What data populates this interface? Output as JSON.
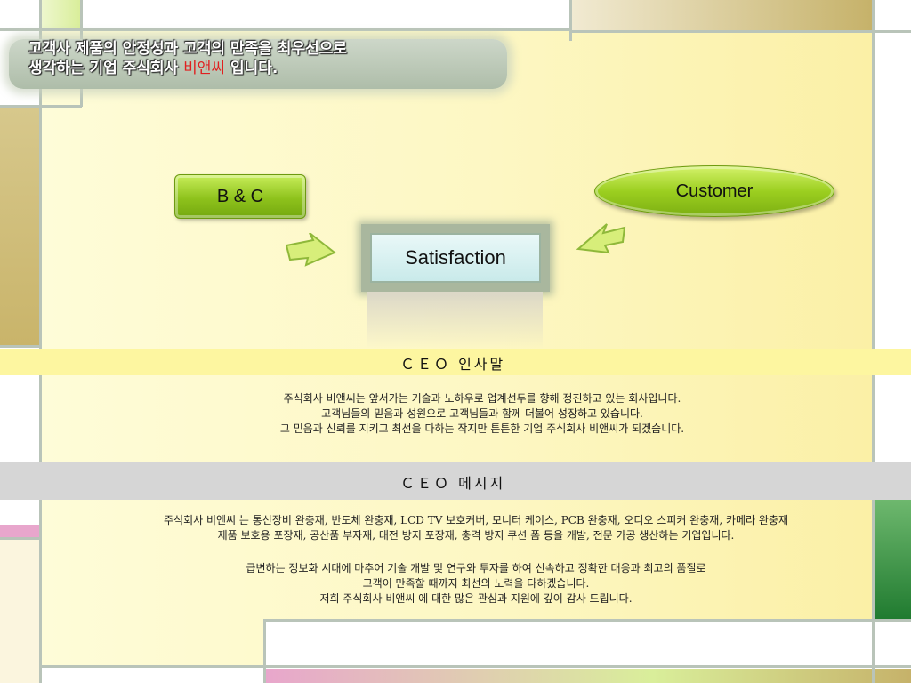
{
  "colors": {
    "main_bg": "#fdf7c3",
    "olive_block": "#c6b26a",
    "green_block": "#2f8a3a",
    "pink_block": "#e8a6cc",
    "accent_green": "#8ec21c",
    "highlight_red": "#e02020"
  },
  "header": {
    "line1": "고객사 제품의 안정성과 고객의 만족을 최우선으로",
    "line2_prefix": "생각하는 기업 주식회사 ",
    "line2_company": "비앤씨",
    "line2_suffix": " 입니다."
  },
  "diagram": {
    "left_box": "B & C",
    "right_box": "Customer",
    "center_box": "Satisfaction",
    "arrow_left_icon": "arrow-right-icon",
    "arrow_right_icon": "arrow-left-icon"
  },
  "greeting": {
    "title": "ＣＥＯ 인사말",
    "lines": "주식회사 비앤씨는 앞서가는 기술과 노하우로 업계선두를 향해 정진하고 있는 회사입니다.\n고객님들의 믿음과 성원으로 고객님들과 함께 더불어 성장하고 있습니다.\n그 믿음과 신뢰를 지키고 최선을 다하는 작지만 튼튼한 기업 주식회사 비앤씨가 되겠습니다."
  },
  "message": {
    "title": "ＣＥＯ 메시지",
    "lines1": "주식회사 비앤씨 는 통신장비 완충재, 반도체 완충재, LCD TV 보호커버, 모니터 케이스, PCB 완충재, 오디오 스피커 완충재, 카메라 완충재\n제품 보호용 포장재, 공산품 부자재, 대전 방지 포장재, 충격 방지 쿠션 폼 등을 개발, 전문 가공 생산하는 기업입니다.",
    "lines2": "급변하는 정보화 시대에 마추어 기술 개발 및 연구와 투자를 하여 신속하고 정확한 대응과 최고의 품질로\n고객이 만족할 때까지 최선의 노력을 다하겠습니다.\n저희 주식회사 비앤씨 에 대한 많은 관심과 지원에 깊이 감사 드립니다."
  }
}
